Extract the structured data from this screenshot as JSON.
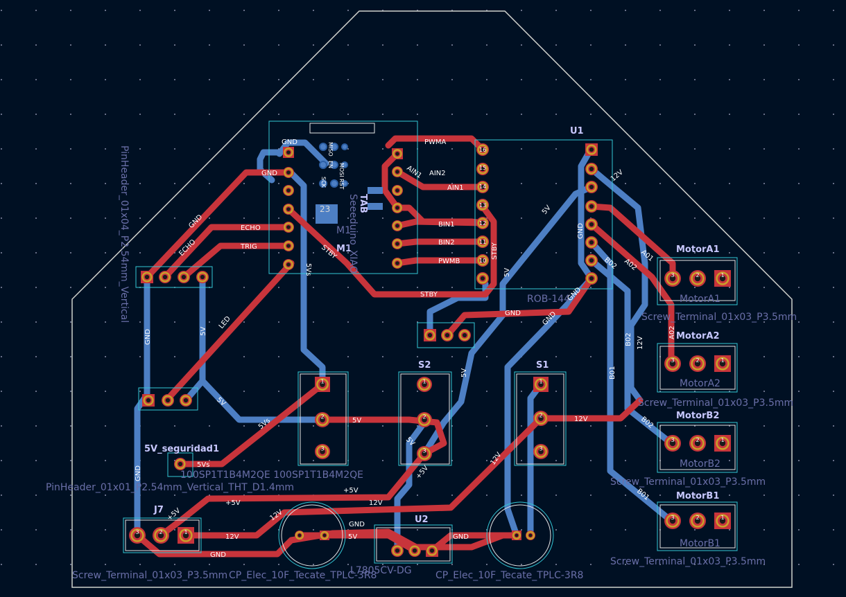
{
  "refs": {
    "motora1": "MotorA1",
    "motora2": "MotorA2",
    "motorb2": "MotorB2",
    "motorb1": "MotorB1",
    "u1": "U1",
    "s1": "S1",
    "s2": "S2",
    "u2": "U2",
    "j7": "J7",
    "m1": "M1",
    "seguridad": "5V_seguridad1",
    "tab": "TAB",
    "num23": "23"
  },
  "fab": {
    "screw_terminal": "Screw_Terminal_01x03_P3.5mm",
    "screw_terminal_short": "Screw_Terminal_01x03_P",
    "screw_terminal_left": "Screw_Terminal_01x03_P3.5mm",
    "pin_header_v": "PinHeader_01x04_P2.54mm_Vertical",
    "pin_header_4mm": "PinHeader_01x01_P2.54mm_Vertical_THT_D1.4mm",
    "cp_elec_left": "CP_Elec_10F_Tecate_TPLC-3R8",
    "cp_elec_right": "CP_Elec_10F_Tecate_TPLC-3R8",
    "reg_l7805": "L7805CV-DG",
    "rob": "ROB-144",
    "xiao": "Seeeduino_XIAO",
    "switch_model": "100SP1T1B4M2QE 100SP1T1B4M2QE",
    "cap_label": "1"
  },
  "nets": {
    "gnd": "GND",
    "echo": "ECHO",
    "trig": "TRIG",
    "led": "LED",
    "stby": "STBY",
    "pwma": "PWMA",
    "pwmb": "PWMB",
    "ain1": "AIN1",
    "ain2": "AIN2",
    "bin1": "BIN1",
    "bin2": "BIN2",
    "fivev": "5V",
    "fivevs": "5Vs",
    "plus5v": "+5V",
    "twelvev": "12V",
    "a01": "A01",
    "a02": "A02",
    "b01": "B01",
    "b02": "B02"
  },
  "pins": {
    "one": "1",
    "two": "2",
    "three": "3",
    "ten": "10",
    "eleven": "11",
    "twelve": "12",
    "thirteen": "13",
    "fourteen": "14",
    "fifteen": "15",
    "sixteen": "16",
    "mosi": "MOSI",
    "miso": "MISO",
    "sck": "SCK",
    "rst": "RST",
    "gnd": "GND",
    "en": "EN"
  },
  "colors": {
    "background": "#001023",
    "edge_cuts": "#d0d2cd",
    "front_copper": "#c8343b",
    "back_copper": "#4d7fc4",
    "pad_gold": "#c8a02a",
    "courtyard": "#33c7d6",
    "silkscreen": "#f2eded"
  }
}
